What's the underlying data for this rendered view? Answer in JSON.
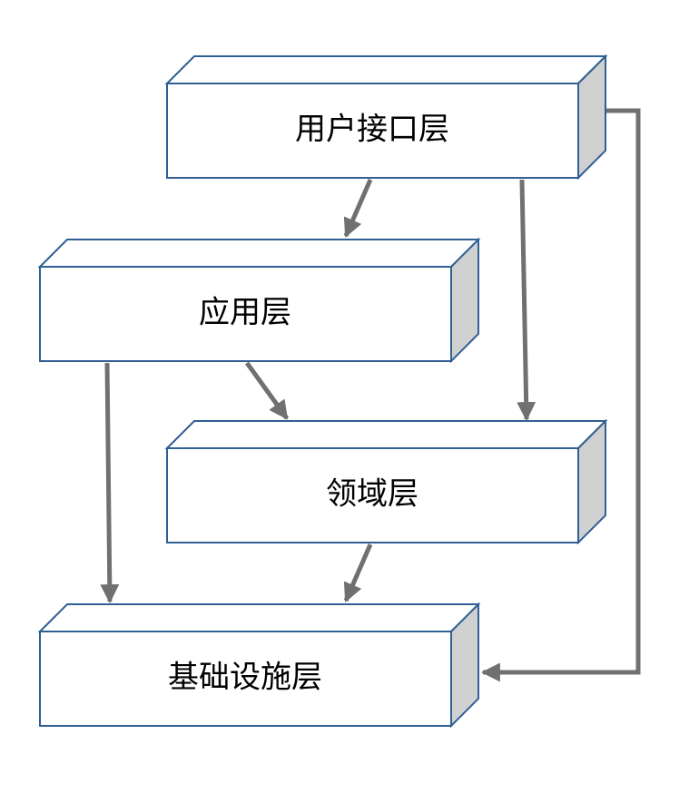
{
  "diagram": {
    "layers": [
      {
        "id": "ui",
        "label": "用户接口层"
      },
      {
        "id": "app",
        "label": "应用层"
      },
      {
        "id": "domain",
        "label": "领域层"
      },
      {
        "id": "infra",
        "label": "基础设施层"
      }
    ],
    "dependencies": [
      {
        "from": "用户接口层",
        "to": "应用层"
      },
      {
        "from": "用户接口层",
        "to": "领域层"
      },
      {
        "from": "用户接口层",
        "to": "基础设施层"
      },
      {
        "from": "应用层",
        "to": "领域层"
      },
      {
        "from": "应用层",
        "to": "基础设施层"
      },
      {
        "from": "领域层",
        "to": "基础设施层"
      }
    ],
    "colors": {
      "box_stroke": "#2f5f95",
      "box_front": "#ffffff",
      "box_side": "#d0d0d0",
      "arrow": "#707070",
      "text": "#000000"
    }
  }
}
